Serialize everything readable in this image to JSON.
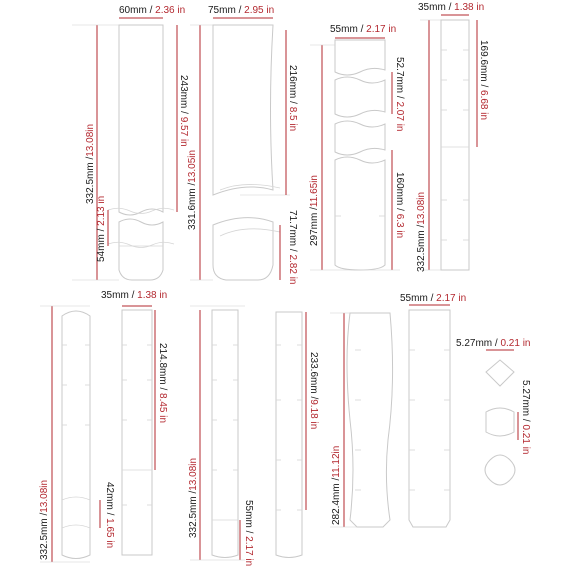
{
  "dimensions": [
    {
      "id": "d1",
      "mm": "60mm",
      "sep": " / ",
      "inch": "2.36 in"
    },
    {
      "id": "d2",
      "mm": "332.5mm",
      "sep": " /",
      "inch": "13.08in"
    },
    {
      "id": "d3",
      "mm": "243mm",
      "sep": " / ",
      "inch": "9.57 in"
    },
    {
      "id": "d4",
      "mm": "54mm",
      "sep": " / ",
      "inch": "2.13 in"
    },
    {
      "id": "d5",
      "mm": "75mm",
      "sep": " / ",
      "inch": "2.95 in"
    },
    {
      "id": "d6",
      "mm": "331.6mm",
      "sep": " /",
      "inch": "13.05in"
    },
    {
      "id": "d7",
      "mm": "216mm",
      "sep": " / ",
      "inch": "8.5 in"
    },
    {
      "id": "d8",
      "mm": "71.7mm",
      "sep": " / ",
      "inch": "2.82 in"
    },
    {
      "id": "d9",
      "mm": "55mm",
      "sep": " / ",
      "inch": "2.17 in"
    },
    {
      "id": "d10",
      "mm": "297mm",
      "sep": " /",
      "inch": "11.65in"
    },
    {
      "id": "d11",
      "mm": "52.7mm",
      "sep": " / ",
      "inch": "2.07 in"
    },
    {
      "id": "d12",
      "mm": "160mm",
      "sep": " / ",
      "inch": "6.3 in"
    },
    {
      "id": "d13",
      "mm": "35mm",
      "sep": " / ",
      "inch": "1.38 in"
    },
    {
      "id": "d14",
      "mm": "332.5mm",
      "sep": " /",
      "inch": "13.08in"
    },
    {
      "id": "d15",
      "mm": "169.6mm",
      "sep": " / ",
      "inch": "6.68 in"
    },
    {
      "id": "d16",
      "mm": "35mm",
      "sep": " / ",
      "inch": "1.38 in"
    },
    {
      "id": "d17",
      "mm": "332.5mm",
      "sep": " /",
      "inch": "13.08in"
    },
    {
      "id": "d18",
      "mm": "214.8mm",
      "sep": " / ",
      "inch": "8.45 in"
    },
    {
      "id": "d19",
      "mm": "42mm",
      "sep": " / ",
      "inch": "1.65 in"
    },
    {
      "id": "d20",
      "mm": "332.5mm",
      "sep": " /",
      "inch": "13.08in"
    },
    {
      "id": "d21",
      "mm": "233.6mm",
      "sep": " /",
      "inch": "9.18 in"
    },
    {
      "id": "d22",
      "mm": "55mm",
      "sep": " / ",
      "inch": "2.17 in"
    },
    {
      "id": "d23",
      "mm": "55mm",
      "sep": " / ",
      "inch": "2.17 in"
    },
    {
      "id": "d24",
      "mm": "282.4mm",
      "sep": " /",
      "inch": "11.12in"
    },
    {
      "id": "d25",
      "mm": "5.27mm",
      "sep": " / ",
      "inch": "0.21 in"
    },
    {
      "id": "d26",
      "mm": "5.27mm",
      "sep": " / ",
      "inch": "0.21 in"
    }
  ],
  "colors": {
    "accent": "#b3282f",
    "text": "#1a1a1a",
    "outline": "#c9c9c9"
  }
}
